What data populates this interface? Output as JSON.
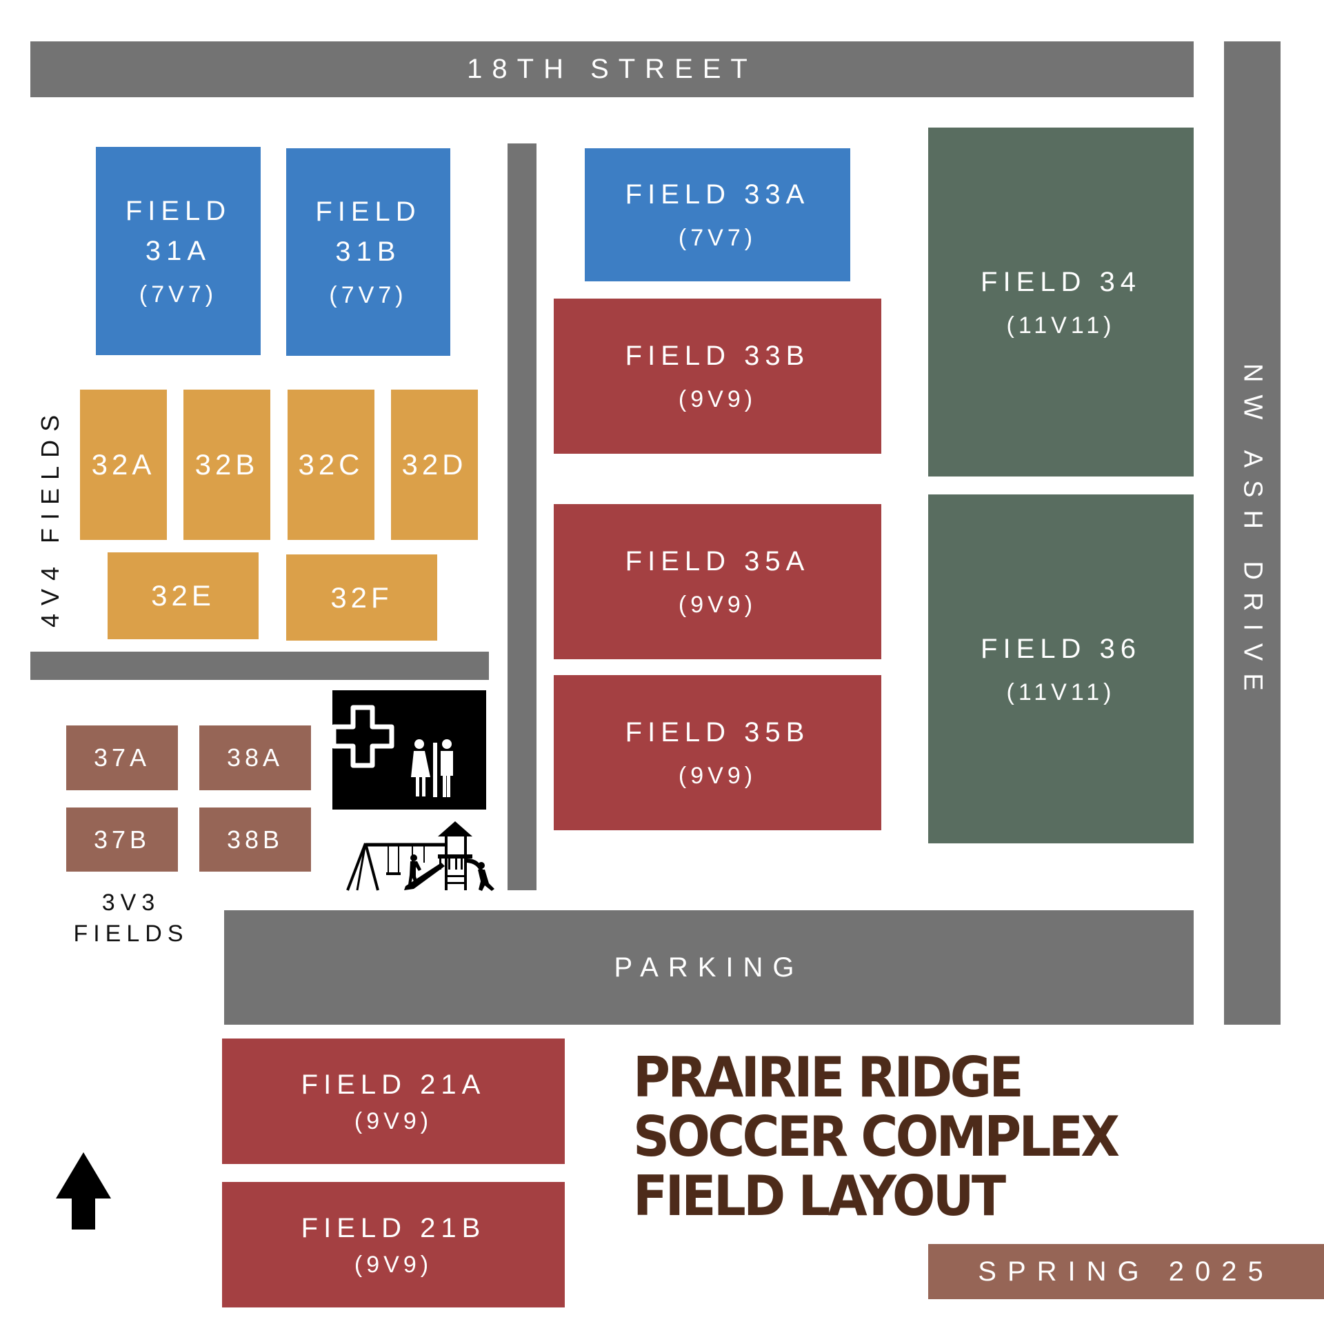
{
  "roads": {
    "top": "18TH STREET",
    "right": "NW ASH DRIVE",
    "parking": "PARKING"
  },
  "fields": {
    "f31a": {
      "name_line1": "FIELD",
      "name_line2": "31A",
      "format": "(7V7)",
      "color": "#3d7ec4"
    },
    "f31b": {
      "name_line1": "FIELD",
      "name_line2": "31B",
      "format": "(7V7)",
      "color": "#3d7ec4"
    },
    "f33a": {
      "name": "FIELD 33A",
      "format": "(7V7)",
      "color": "#3d7ec4"
    },
    "f33b": {
      "name": "FIELD 33B",
      "format": "(9V9)",
      "color": "#a44042"
    },
    "f34": {
      "name": "FIELD 34",
      "format": "(11V11)",
      "color": "#596d60"
    },
    "f35a": {
      "name": "FIELD 35A",
      "format": "(9V9)",
      "color": "#a44042"
    },
    "f35b": {
      "name": "FIELD 35B",
      "format": "(9V9)",
      "color": "#a44042"
    },
    "f36": {
      "name": "FIELD 36",
      "format": "(11V11)",
      "color": "#596d60"
    },
    "f21a": {
      "name": "FIELD 21A",
      "format": "(9V9)",
      "color": "#a44042"
    },
    "f21b": {
      "name": "FIELD 21B",
      "format": "(9V9)",
      "color": "#a44042"
    }
  },
  "four_v_four": {
    "label": "4V4 FIELDS",
    "color": "#dba049",
    "fields": [
      "32A",
      "32B",
      "32C",
      "32D",
      "32E",
      "32F"
    ]
  },
  "three_v_three": {
    "label_line1": "3V3",
    "label_line2": "FIELDS",
    "color": "#966556",
    "fields": [
      "37A",
      "38A",
      "37B",
      "38B"
    ]
  },
  "amenities": {
    "icons": [
      "first-aid-cross",
      "restroom-women",
      "restroom-men",
      "playground"
    ]
  },
  "compass": {
    "direction": "north-arrow"
  },
  "title": {
    "line1": "PRAIRIE RIDGE",
    "line2": "SOCCER COMPLEX",
    "line3": "FIELD LAYOUT",
    "color": "#4d2b1a"
  },
  "season": "SPRING 2025",
  "colors": {
    "road": "#737373",
    "seven_v_seven": "#3d7ec4",
    "nine_v_nine": "#a44042",
    "eleven_v_eleven": "#596d60",
    "four_v_four": "#dba049",
    "three_v_three": "#966556"
  }
}
